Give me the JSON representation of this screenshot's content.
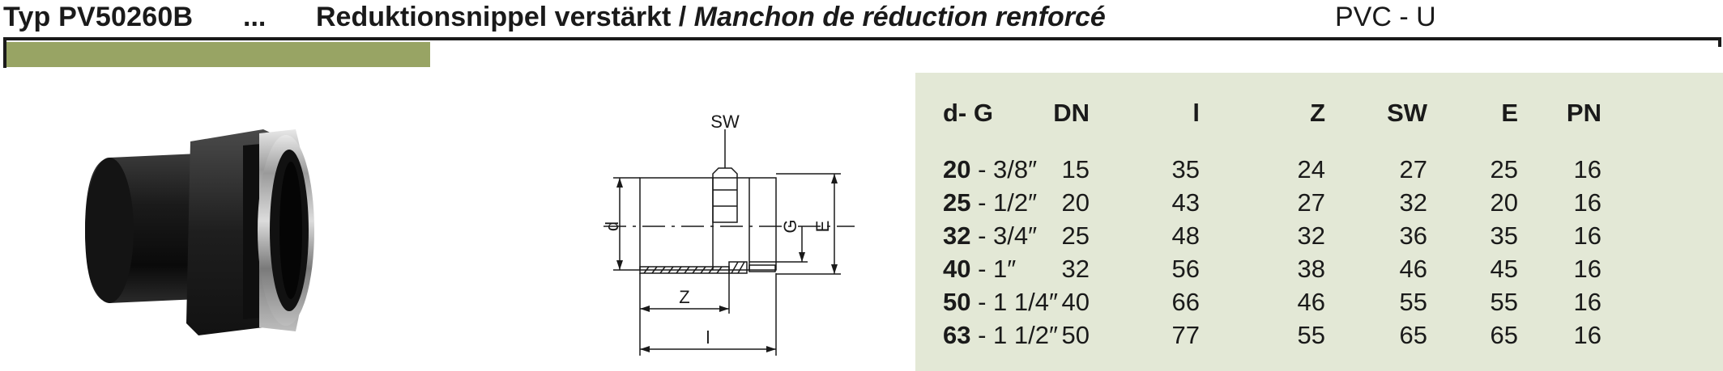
{
  "header": {
    "type_code": "Typ PV50260B",
    "dots": "...",
    "title_de": "Reduktionsnippel verstärkt / ",
    "title_fr": "Manchon de réduction renforcé",
    "material": "PVC - U"
  },
  "drawing": {
    "labels": {
      "sw": "SW",
      "d": "d",
      "g": "G",
      "e": "E",
      "z": "Z",
      "l": "l"
    }
  },
  "table": {
    "headers": [
      "d- G",
      "DN",
      "l",
      "Z",
      "SW",
      "E",
      "PN"
    ],
    "rows": [
      {
        "d": "20",
        "g": " - 3/8″",
        "dn": "15",
        "l": "35",
        "z": "24",
        "sw": "27",
        "e": "25",
        "pn": "16"
      },
      {
        "d": "25",
        "g": " - 1/2″",
        "dn": "20",
        "l": "43",
        "z": "27",
        "sw": "32",
        "e": "20",
        "pn": "16"
      },
      {
        "d": "32",
        "g": " - 3/4″",
        "dn": "25",
        "l": "48",
        "z": "32",
        "sw": "36",
        "e": "35",
        "pn": "16"
      },
      {
        "d": "40",
        "g": " - 1″",
        "dn": "32",
        "l": "56",
        "z": "38",
        "sw": "46",
        "e": "45",
        "pn": "16"
      },
      {
        "d": "50",
        "g": " - 1 1/4″",
        "dn": "40",
        "l": "66",
        "z": "46",
        "sw": "55",
        "e": "55",
        "pn": "16"
      },
      {
        "d": "63",
        "g": " - 1 1/2″",
        "dn": "50",
        "l": "77",
        "z": "55",
        "sw": "65",
        "e": "65",
        "pn": "16"
      }
    ]
  },
  "colors": {
    "accent": "#98a464",
    "panel": "#e3e8d6",
    "text": "#1a1a1a"
  }
}
